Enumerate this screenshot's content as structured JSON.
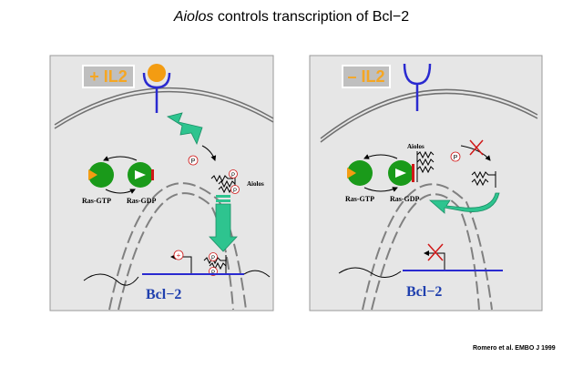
{
  "title": {
    "italic": "Aiolos",
    "rest": " controls transcription of Bcl−2"
  },
  "left_panel": {
    "badge": "+ IL2",
    "ras_gtp": "Ras-GTP",
    "ras_gdp": "Ras-GDP",
    "aiolos_label": "Aiolos",
    "p1": "P",
    "p2": "P",
    "p3": "P",
    "p4": "P",
    "p5": "P",
    "plus": "+",
    "gene": "Bcl−2"
  },
  "right_panel": {
    "badge": "– IL2",
    "ras_gtp": "Ras-GTP",
    "ras_gdp": "Ras-GDP",
    "aiolos_label": "Aiolos",
    "p1": "P",
    "gene": "Bcl−2"
  },
  "credit": "Romero et al. EMBO J 1999",
  "colors": {
    "ligand": "#f39c12",
    "receptor": "#2a2ad0",
    "green": "#1a9a1a",
    "arrow": "#2ec48f",
    "red": "#d01818",
    "gene_text": "#1f3fae",
    "badge_bg": "#bfbfbf",
    "badge_text": "#f5a623"
  }
}
